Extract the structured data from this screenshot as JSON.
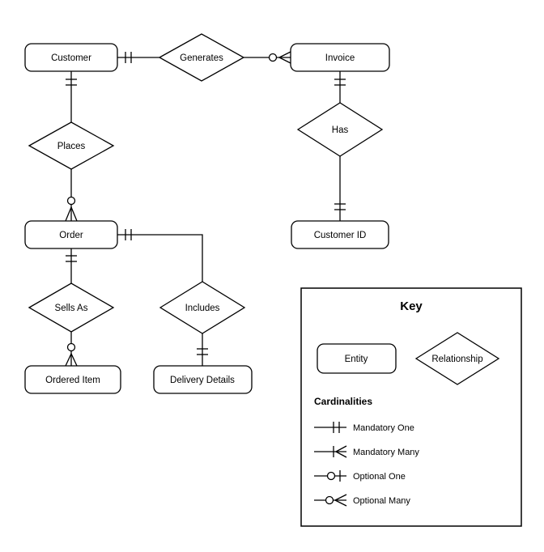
{
  "diagram": {
    "entities": {
      "customer": "Customer",
      "invoice": "Invoice",
      "order": "Order",
      "ordered_item": "Ordered Item",
      "delivery_details": "Delivery Details",
      "customer_id": "Customer ID"
    },
    "relationships": {
      "generates": "Generates",
      "places": "Places",
      "has": "Has",
      "sells_as": "Sells As",
      "includes": "Includes"
    },
    "connections": [
      {
        "from": "Customer",
        "via": "Generates",
        "to": "Invoice",
        "from_cardinality": "mandatory-one",
        "to_cardinality": "optional-many"
      },
      {
        "from": "Customer",
        "via": "Places",
        "to": "Order",
        "from_cardinality": "mandatory-one",
        "to_cardinality": "optional-many"
      },
      {
        "from": "Invoice",
        "via": "Has",
        "to": "Customer ID",
        "from_cardinality": "mandatory-one",
        "to_cardinality": "mandatory-one"
      },
      {
        "from": "Order",
        "via": "Sells As",
        "to": "Ordered Item",
        "from_cardinality": "mandatory-one",
        "to_cardinality": "optional-many"
      },
      {
        "from": "Order",
        "via": "Includes",
        "to": "Delivery Details",
        "from_cardinality": "mandatory-one",
        "to_cardinality": "mandatory-one"
      }
    ]
  },
  "key": {
    "title": "Key",
    "entity_label": "Entity",
    "relationship_label": "Relationship",
    "cardinalities_title": "Cardinalities",
    "items": [
      "Mandatory One",
      "Mandatory Many",
      "Optional One",
      "Optional Many"
    ]
  },
  "colors": {
    "stroke": "#000000",
    "background": "#ffffff"
  }
}
